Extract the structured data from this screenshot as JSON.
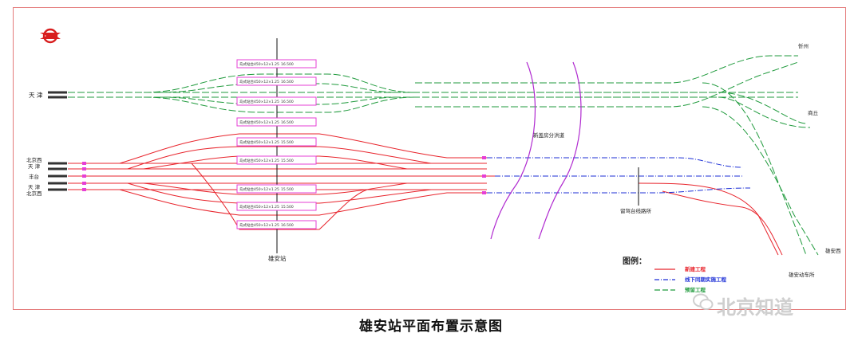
{
  "diagram": {
    "caption": "雄安站平面布置示意图",
    "station": "雄安站",
    "west_labels": [
      "天 津",
      "北京西",
      "天 津",
      "丰台",
      "天 津",
      "北京西"
    ],
    "east_labels": [
      "忻州",
      "商丘",
      "雄安西"
    ],
    "depot": "雄安动车所",
    "channel": "新盖房分洪道",
    "gate": "留驾台线路所",
    "platforms": [
      "岛式站台450×12×1.25",
      "岛式站台450×12×1.25",
      "岛式站台450×12×1.25",
      "岛式站台450×12×1.25",
      "岛式站台450×12×1.25",
      "岛式站台450×12×1.25",
      "岛式站台450×12×1.25",
      "岛式站台450×12×1.25",
      "岛式站台450×12×1.25"
    ],
    "platform_values": [
      "16.500",
      "16.500",
      "16.500",
      "16.500",
      "15.500",
      "15.500",
      "15.500",
      "15.500",
      "16.500"
    ],
    "legend": {
      "title": "图例：",
      "items": [
        {
          "label": "新建工程",
          "color": "#e8242c"
        },
        {
          "label": "线下同期实施工程",
          "color": "#1c2fd6"
        },
        {
          "label": "预留工程",
          "color": "#1f9a3c"
        }
      ]
    },
    "watermark": "北京知道",
    "colors": {
      "new": "#e8242c",
      "sync": "#1c2fd6",
      "reserved": "#1f9a3c",
      "platform": "#e63fd6",
      "channel": "#b02ad0",
      "frame": "#e47a7a"
    }
  }
}
